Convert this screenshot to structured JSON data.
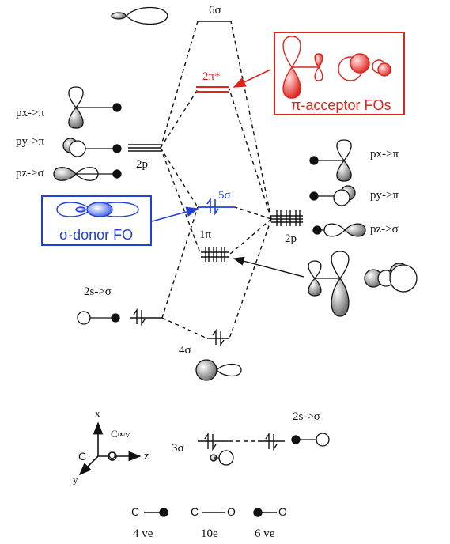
{
  "mo_labels": {
    "six_sigma": "6σ",
    "two_pi_star": "2π*",
    "five_sigma": "5σ",
    "one_pi": "1π",
    "four_sigma": "4σ",
    "three_sigma": "3σ"
  },
  "c_fragment": {
    "px": "px->π",
    "py": "py->π",
    "pz": "pz->σ",
    "two_p": "2p",
    "two_s": "2s->σ"
  },
  "o_fragment": {
    "px": "px->π",
    "py": "py->π",
    "pz": "pz->σ",
    "two_p": "2p",
    "two_s": "2s->σ"
  },
  "callouts": {
    "pi_acceptor": "π-acceptor FOs",
    "sigma_donor": "σ-donor FO"
  },
  "axes": {
    "x": "x",
    "y": "y",
    "z": "z",
    "c_atom": "C",
    "o_atom": "O",
    "point_group": "C∞v"
  },
  "fragments": {
    "c_atom": "C",
    "o_atom_1": "O",
    "c_atom_2": "C",
    "o_atom_2": "O",
    "c_count": "4 ve",
    "co_count": "10e",
    "o_count": "6 ve"
  },
  "colors": {
    "acceptor": "#e0231c",
    "donor": "#1f3fe0",
    "ink": "#111111"
  }
}
